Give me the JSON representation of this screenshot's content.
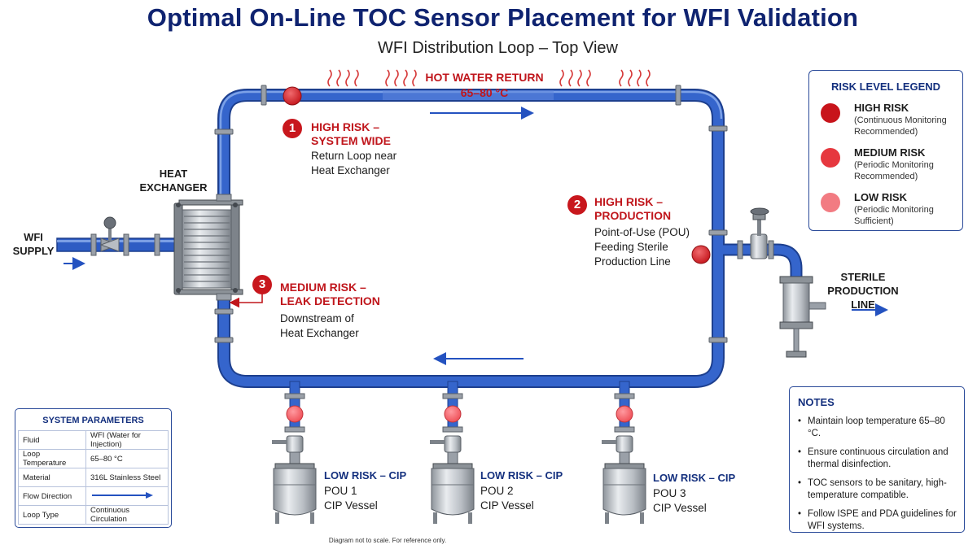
{
  "title": "Optimal On-Line TOC Sensor Placement for WFI Validation",
  "subtitle": "WFI Distribution Loop – Top View",
  "colors": {
    "pipe": "#2f5fc6",
    "high_risk": "#cc1a1f",
    "medium_risk": "#e23a40",
    "low_risk": "#f07077",
    "accent_blue": "#14307e"
  },
  "loop": {
    "hot_return_line1": "HOT WATER RETURN",
    "hot_return_line2": "65–80 °C"
  },
  "equipment": {
    "heat_exchanger_line1": "HEAT",
    "heat_exchanger_line2": "EXCHANGER",
    "wfi_supply_line1": "WFI",
    "wfi_supply_line2": "SUPPLY",
    "sterile_line1": "STERILE",
    "sterile_line2": "PRODUCTION LINE"
  },
  "sensors": [
    {
      "number": "1",
      "head1": "HIGH RISK –",
      "head2": "SYSTEM WIDE",
      "desc1": "Return Loop near",
      "desc2": "Heat Exchanger",
      "desc3": ""
    },
    {
      "number": "2",
      "head1": "HIGH RISK –",
      "head2": "PRODUCTION",
      "desc1": "Point-of-Use (POU)",
      "desc2": "Feeding Sterile",
      "desc3": "Production Line"
    },
    {
      "number": "3",
      "head1": "MEDIUM RISK –",
      "head2": "LEAK DETECTION",
      "desc1": "Downstream of",
      "desc2": "Heat Exchanger",
      "desc3": ""
    }
  ],
  "pous": [
    {
      "risk": "LOW RISK – CIP",
      "name": "POU 1",
      "vessel": "CIP Vessel"
    },
    {
      "risk": "LOW RISK – CIP",
      "name": "POU 2",
      "vessel": "CIP Vessel"
    },
    {
      "risk": "LOW RISK – CIP",
      "name": "POU 3",
      "vessel": "CIP Vessel"
    }
  ],
  "legend": {
    "title": "RISK LEVEL LEGEND",
    "items": [
      {
        "name": "HIGH RISK",
        "desc1": "(Continuous Monitoring",
        "desc2": "Recommended)",
        "color": "#c8141b"
      },
      {
        "name": "MEDIUM RISK",
        "desc1": "(Periodic Monitoring",
        "desc2": "Recommended)",
        "color": "#e6383f"
      },
      {
        "name": "LOW RISK",
        "desc1": "(Periodic Monitoring",
        "desc2": "Sufficient)",
        "color": "#f27b82"
      }
    ]
  },
  "params": {
    "title": "SYSTEM PARAMETERS",
    "rows": [
      {
        "key": "Fluid",
        "value": "WFI (Water for Injection)"
      },
      {
        "key": "Loop Temperature",
        "value": "65–80 °C"
      },
      {
        "key": "Material",
        "value": "316L Stainless Steel"
      },
      {
        "key": "Flow Direction",
        "value": ""
      },
      {
        "key": "Loop Type",
        "value": "Continuous Circulation"
      }
    ]
  },
  "notes": {
    "title": "NOTES",
    "items": [
      "Maintain loop temperature 65–80 °C.",
      "Ensure continuous circulation and thermal disinfection.",
      "TOC sensors to be sanitary, high-temperature compatible.",
      "Follow ISPE and PDA guidelines for WFI systems."
    ]
  },
  "footnote": "Diagram not to scale. For reference only."
}
